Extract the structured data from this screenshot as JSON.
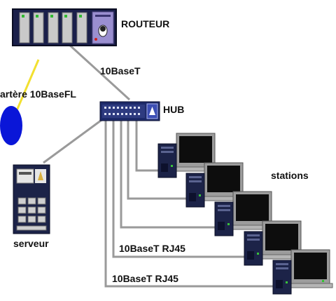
{
  "labels": {
    "router": "ROUTEUR",
    "link_10baset": "10BaseT",
    "fiber_link": "artère 10BaseFL",
    "hub": "HUB",
    "stations": "stations",
    "server": "serveur",
    "rj45_upper": "10BaseT RJ45",
    "rj45_lower": "10BaseT RJ45"
  },
  "colors": {
    "cable": "#9a9a9a",
    "fiber_cable": "#f2e030",
    "fiber_node": "#0a16d8",
    "router_body": "#1a1f4a",
    "router_card": "#c9c9c9",
    "hub_body": "#1d2a6a",
    "monitor_frame": "#9c9c9c",
    "tower": "#1c2348"
  },
  "icons": {
    "router": "router-icon",
    "hub": "hub-icon",
    "server": "server-icon",
    "station": "workstation-icon",
    "fiber_node": "fiber-node-icon"
  }
}
